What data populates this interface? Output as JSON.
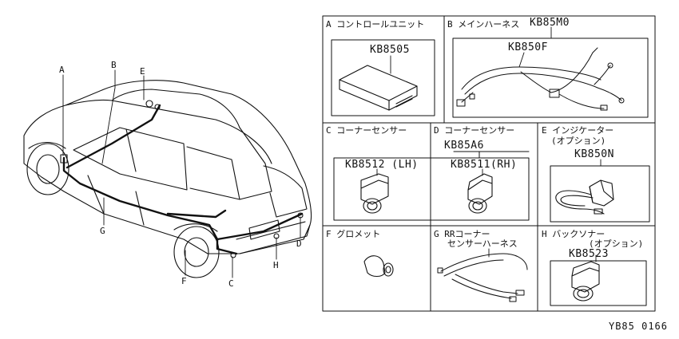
{
  "car_callouts": {
    "a": "A",
    "b": "B",
    "c": "C",
    "d": "D",
    "e": "E",
    "f": "F",
    "g": "G",
    "h": "H"
  },
  "panels": {
    "a": {
      "title": "A コントロールユニット",
      "part": "KB8505"
    },
    "b": {
      "title": "B メインハーネス",
      "part_assembly": "KB85M0",
      "part": "KB850F"
    },
    "c": {
      "title": "C コーナーセンサー",
      "part": "KB8512 (LH)"
    },
    "d": {
      "title": "D コーナーセンサー",
      "part_assembly": "KB85A6",
      "part": "KB8511(RH)"
    },
    "e": {
      "title_line1": "E インジケーター",
      "title_line2": "(オプション)",
      "part": "KB850N"
    },
    "f": {
      "title": "F グロメット"
    },
    "g": {
      "title_line1": "G RRコーナー",
      "title_line2": "センサーハーネス"
    },
    "h": {
      "title_line1": "H バックソナー",
      "title_line2": "(オプション)",
      "part": "KB8523"
    }
  },
  "footer_code": "YB85 0166"
}
